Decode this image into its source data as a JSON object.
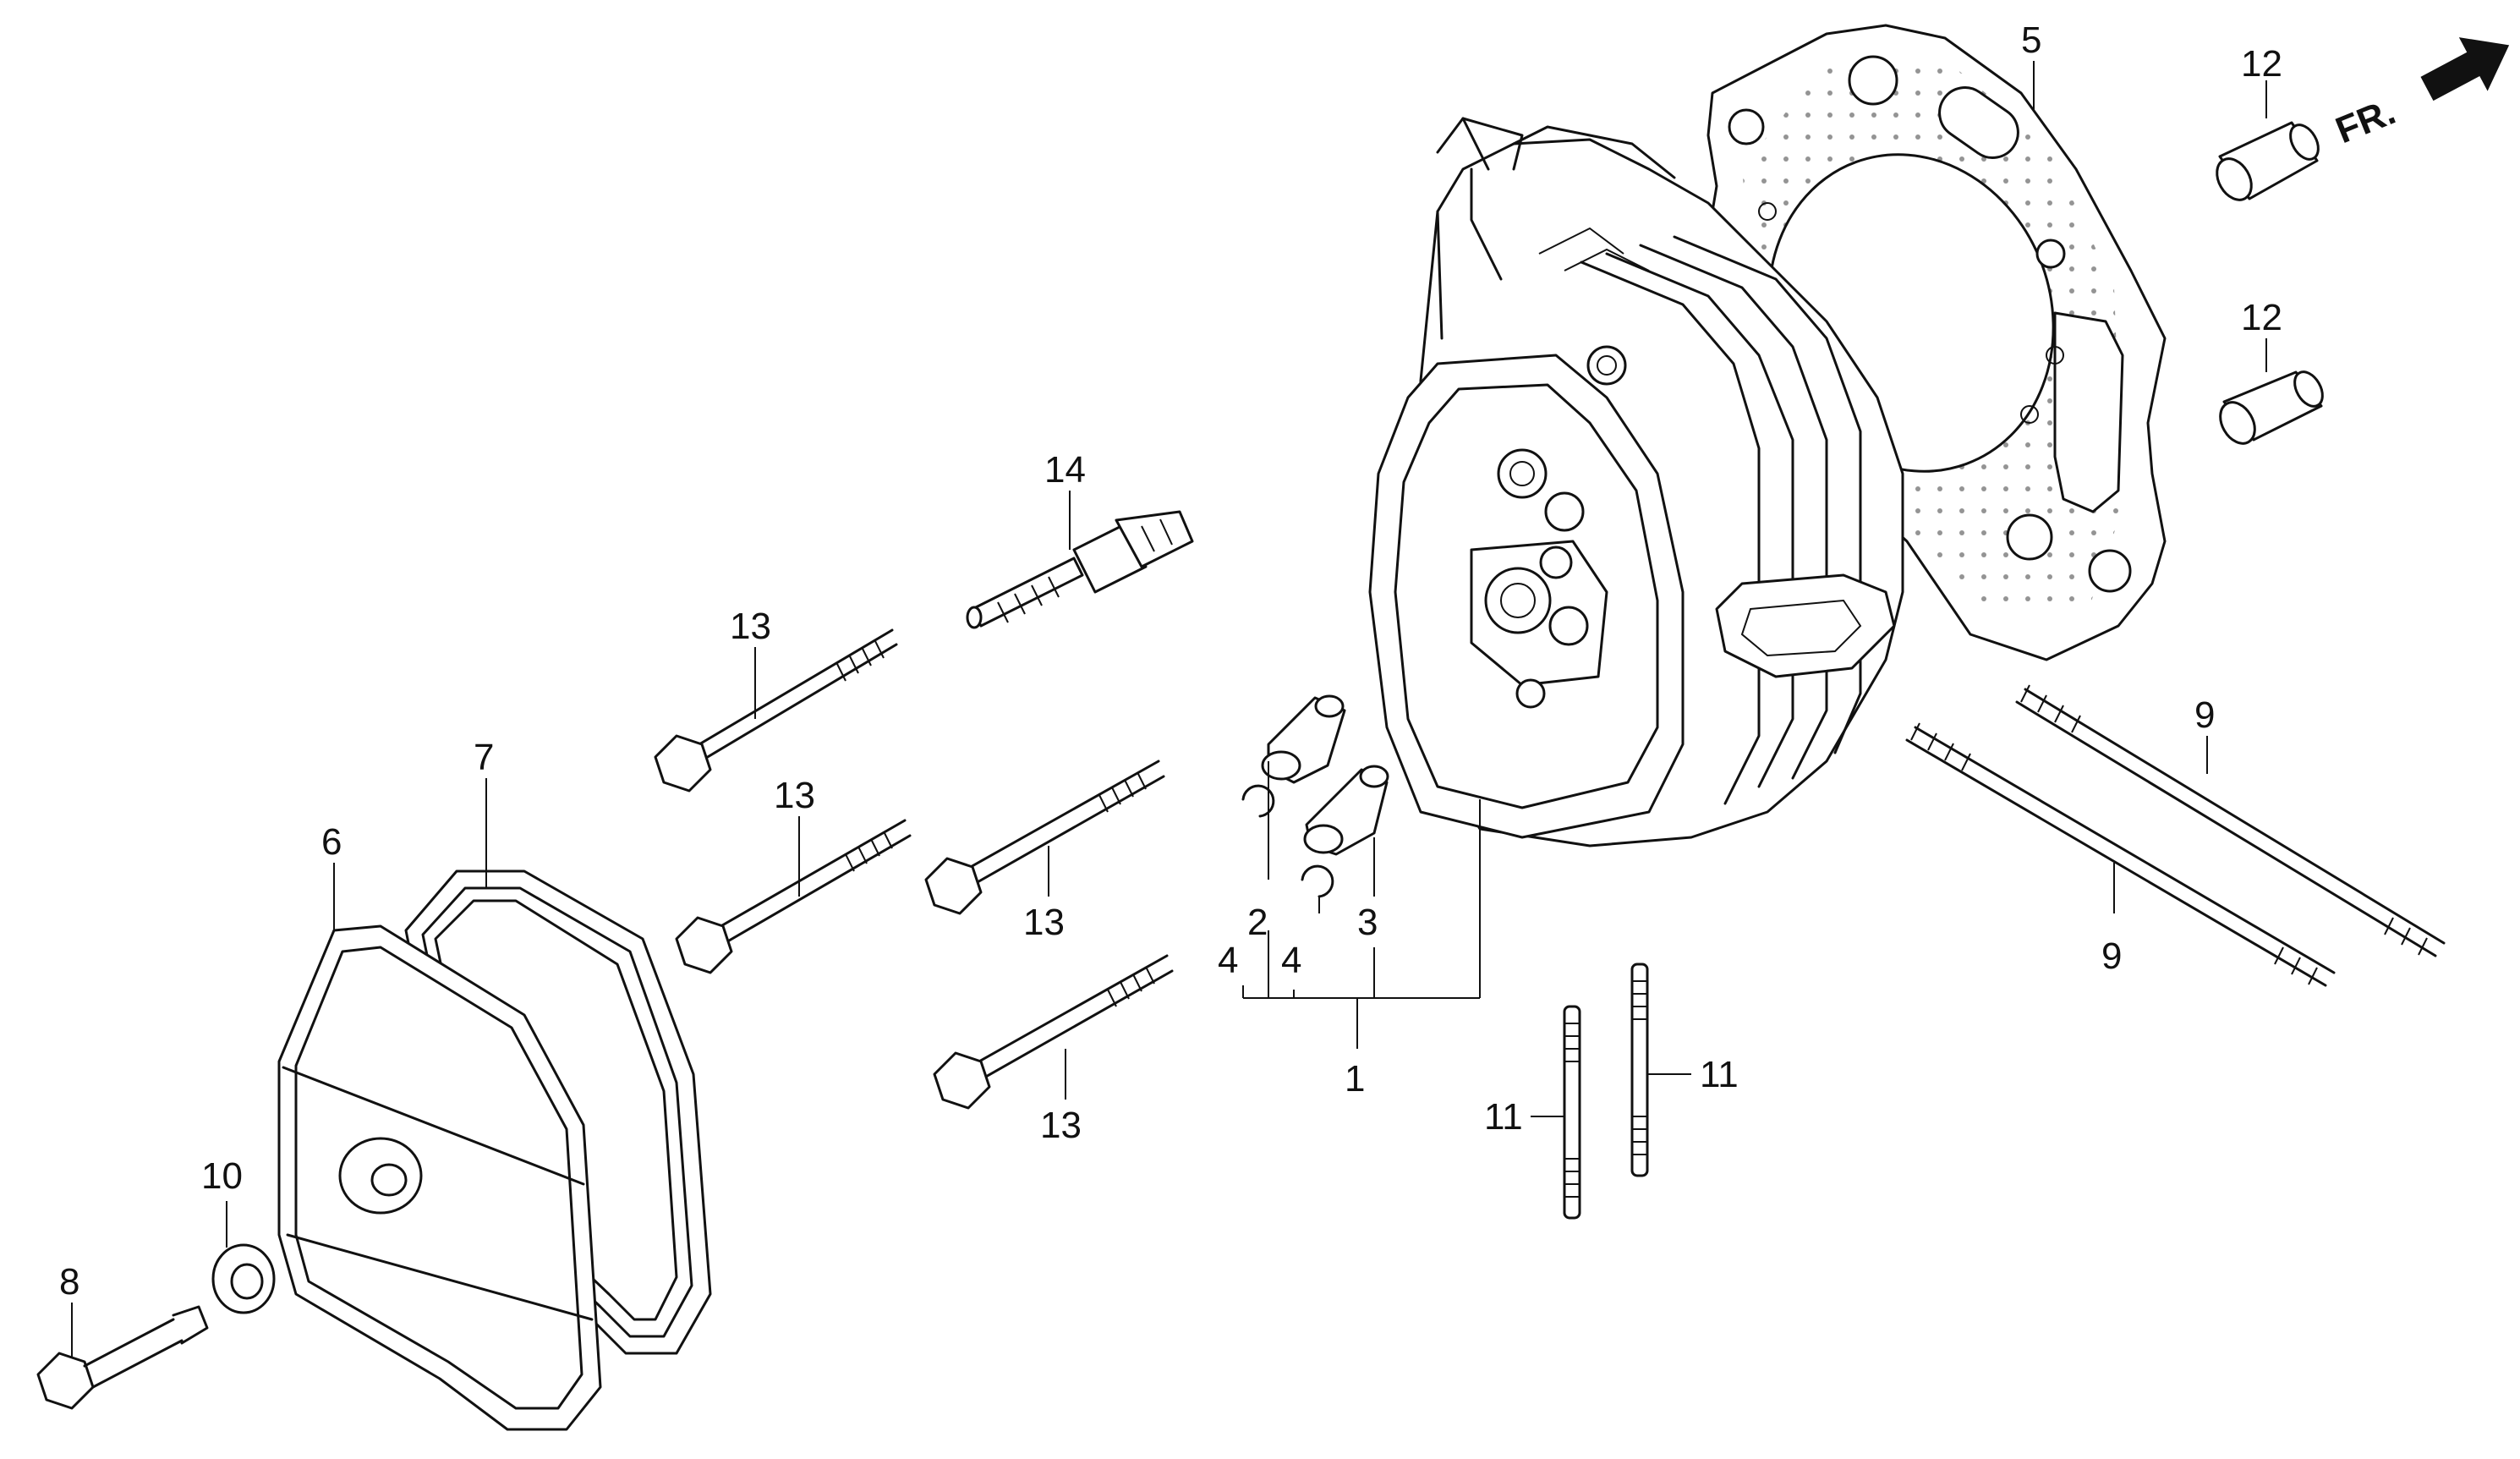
{
  "diagram": {
    "direction_label": "FR.",
    "parts": [
      {
        "id": "label-1",
        "text": "1"
      },
      {
        "id": "label-2",
        "text": "2"
      },
      {
        "id": "label-3",
        "text": "3"
      },
      {
        "id": "label-4a",
        "text": "4"
      },
      {
        "id": "label-4b",
        "text": "4"
      },
      {
        "id": "label-5",
        "text": "5"
      },
      {
        "id": "label-6",
        "text": "6"
      },
      {
        "id": "label-7",
        "text": "7"
      },
      {
        "id": "label-8",
        "text": "8"
      },
      {
        "id": "label-9a",
        "text": "9"
      },
      {
        "id": "label-9b",
        "text": "9"
      },
      {
        "id": "label-10",
        "text": "10"
      },
      {
        "id": "label-11a",
        "text": "11"
      },
      {
        "id": "label-11b",
        "text": "11"
      },
      {
        "id": "label-12a",
        "text": "12"
      },
      {
        "id": "label-12b",
        "text": "12"
      },
      {
        "id": "label-13a",
        "text": "13"
      },
      {
        "id": "label-13b",
        "text": "13"
      },
      {
        "id": "label-13c",
        "text": "13"
      },
      {
        "id": "label-13d",
        "text": "13"
      },
      {
        "id": "label-14",
        "text": "14"
      }
    ]
  }
}
